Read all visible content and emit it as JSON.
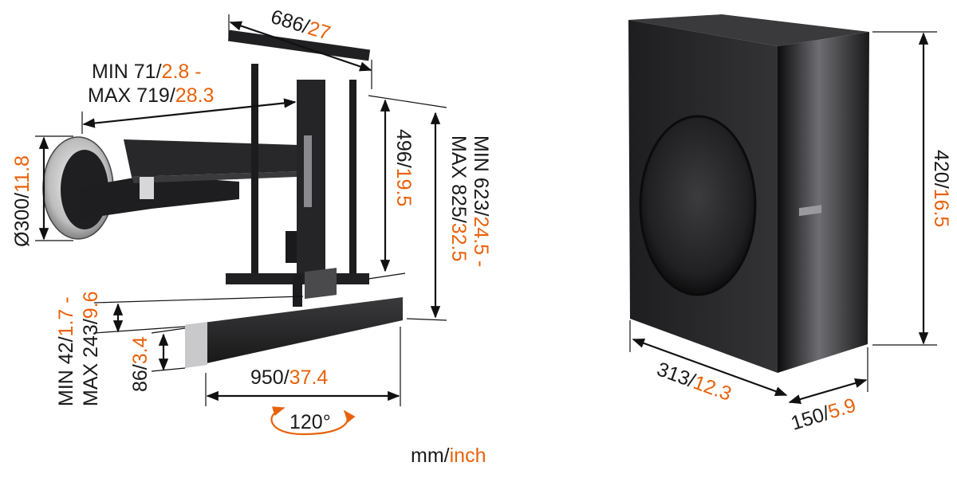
{
  "colors": {
    "metric": "#1a1a1a",
    "inch": "#e8620c",
    "mount_black": "#1c1c1e",
    "subwoofer_body": "#2a2a2c"
  },
  "units": {
    "mm": "mm",
    "sep": "/",
    "inch": "inch"
  },
  "mount": {
    "plate_width": {
      "mm": "686",
      "inch": "27"
    },
    "arm_reach_min": {
      "prefix": "MIN 71",
      "inch": "2.8 -"
    },
    "arm_reach_max": {
      "prefix": "MAX 719",
      "inch": "28.3"
    },
    "wall_plate": {
      "prefix": "Ø300",
      "inch": "11.8"
    },
    "vesa_height": {
      "mm": "496",
      "inch": "19.5"
    },
    "height_min": {
      "prefix": "MIN 623",
      "inch": "24.5 -"
    },
    "height_max": {
      "prefix": "MAX 825",
      "inch": "32.5"
    },
    "bar_gap_min": {
      "prefix": "MIN 42",
      "inch": "1.7 -"
    },
    "bar_gap_max": {
      "prefix": "MAX 243",
      "inch": "9.6"
    },
    "soundbar_height": {
      "mm": "86",
      "inch": "3.4"
    },
    "soundbar_width": {
      "mm": "950",
      "inch": "37.4"
    },
    "rotation": "120°"
  },
  "subwoofer": {
    "height": {
      "mm": "420",
      "inch": "16.5"
    },
    "depth": {
      "mm": "313",
      "inch": "12.3"
    },
    "width": {
      "mm": "150",
      "inch": "5.9"
    }
  }
}
